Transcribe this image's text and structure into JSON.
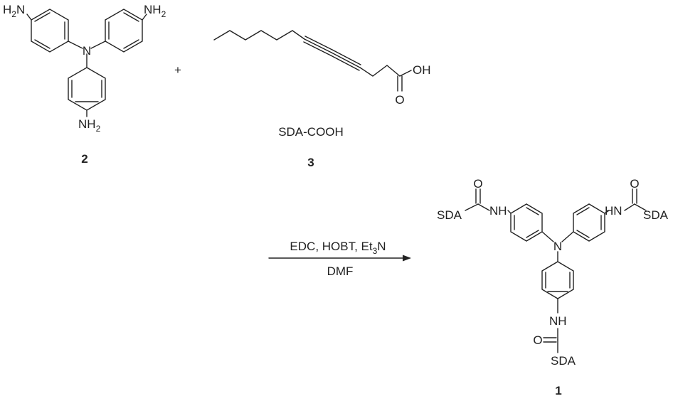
{
  "compound_2": {
    "number": "2",
    "amine_label_main": "NH",
    "amine_label_sub": "2",
    "amine_label_left_main": "H",
    "amine_label_left_sub": "2",
    "amine_label_left_tail": "N",
    "central_atom": "N"
  },
  "plus_sign": "+",
  "compound_3": {
    "number": "3",
    "name": "SDA-COOH",
    "oh_label": "OH",
    "o_label": "O"
  },
  "reaction": {
    "reagents_prefix": "EDC, HOBT, Et",
    "reagents_sub": "3",
    "reagents_suffix": "N",
    "solvent": "DMF"
  },
  "compound_1": {
    "number": "1",
    "sda_label": "SDA",
    "nh_label": "NH",
    "hn_label": "HN",
    "o_label": "O",
    "central_atom": "N"
  }
}
